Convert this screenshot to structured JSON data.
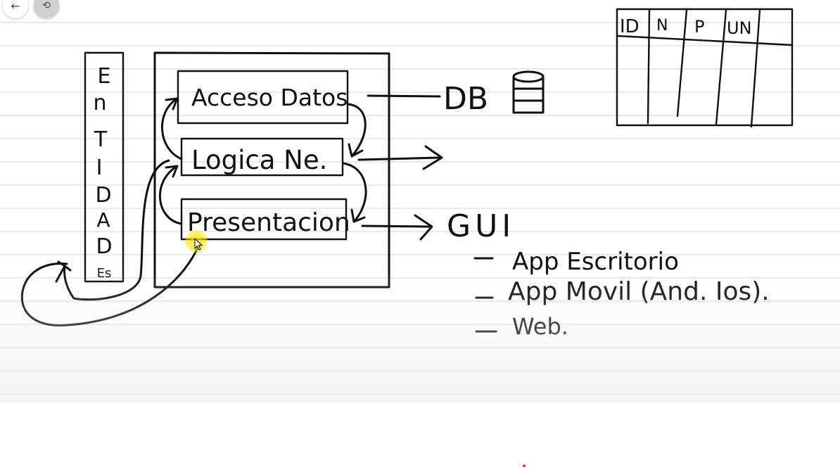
{
  "toolbar": {
    "back_icon": "←",
    "tool_icon": "⟲",
    "back_name": "back-arrow-icon",
    "tool_name": "lasso-tool-icon"
  },
  "whiteboard": {
    "entidades_letters": [
      "E",
      "n",
      "T",
      "I",
      "D",
      "A",
      "D",
      "Es"
    ],
    "layers": {
      "acceso": "Acceso Datos",
      "logica": "Logica Ne.",
      "presentacion": "Presentacion"
    },
    "db_label": "DB",
    "gui_label": "GUI",
    "gui_items": [
      "App Escritorio",
      "App Movil (And. Ios).",
      "Web."
    ],
    "table_headers": [
      "ID",
      "N",
      "P",
      "UN"
    ]
  },
  "colors": {
    "ink": "#111111",
    "highlight": "#ffe600",
    "status_dot": "#e53935"
  }
}
